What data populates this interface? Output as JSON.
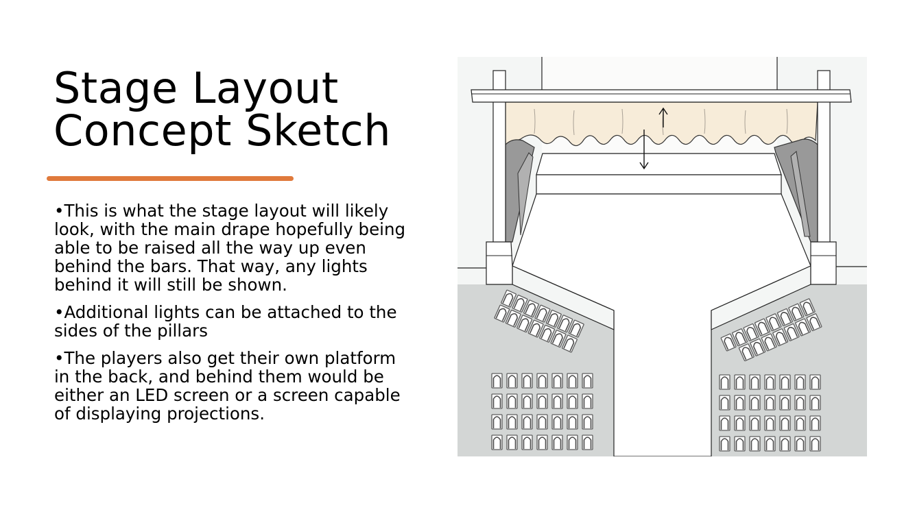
{
  "slide": {
    "title_lines": [
      "Stage Layout",
      "Concept Sketch"
    ],
    "bullets": [
      "•This is what the stage layout will likely look, with the main drape hopefully being able to be raised all the way up even behind the bars. That way, any lights behind it will still be shown.",
      "•Additional lights can be attached to the sides of the pillars",
      "•The players also get their own platform in the back, and behind them would be either an LED screen or a screen capable of displaying projections."
    ],
    "colors": {
      "accent": "#e07a3c",
      "drape": "#f7ecd9",
      "side_curtain": "#999999",
      "floor": "#d3d6d5",
      "wall": "#f2f4f3"
    },
    "sketch": {
      "icons": [
        "arrow-up-icon",
        "arrow-down-icon",
        "chair-icon"
      ]
    }
  }
}
